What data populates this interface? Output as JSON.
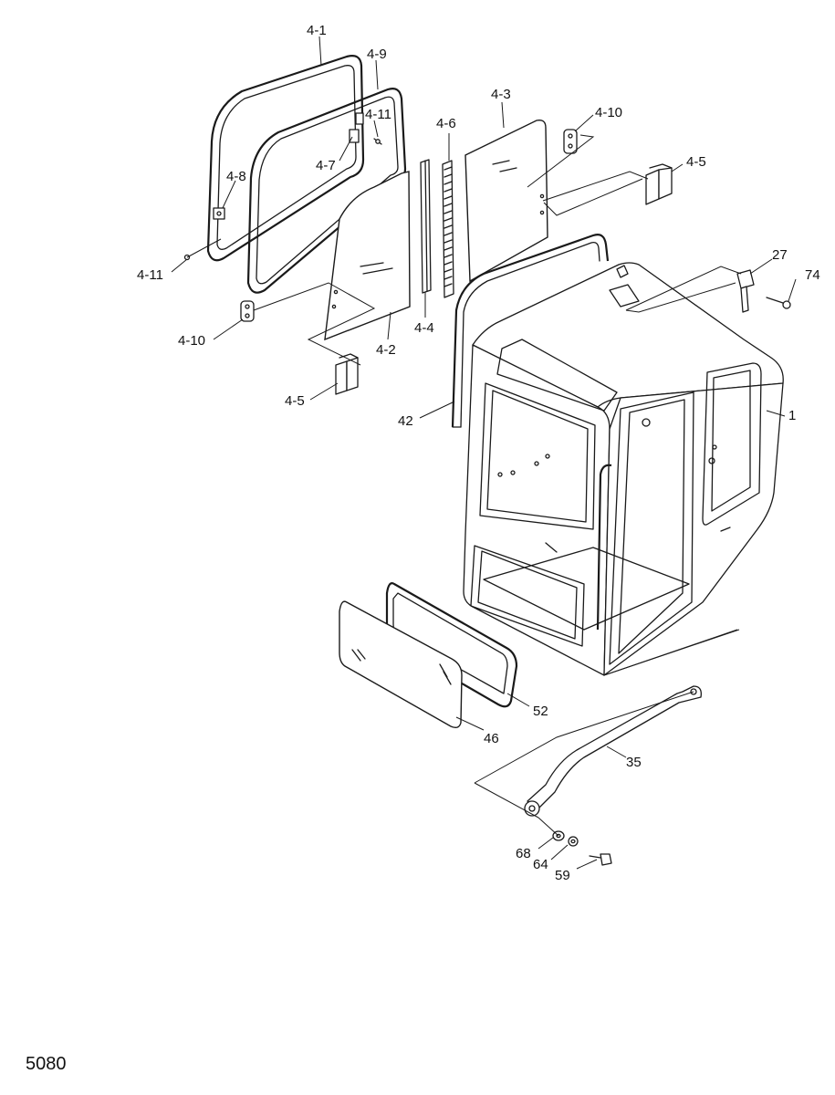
{
  "page_number": "5080",
  "callouts": {
    "c_4_1": "4-1",
    "c_4_9": "4-9",
    "c_4_11_top": "4-11",
    "c_4_7": "4-7",
    "c_4_8": "4-8",
    "c_4_11_left": "4-11",
    "c_4_10_left": "4-10",
    "c_4_2": "4-2",
    "c_4_5_bottom": "4-5",
    "c_4_4": "4-4",
    "c_4_6": "4-6",
    "c_4_3": "4-3",
    "c_4_10_right": "4-10",
    "c_4_5_right": "4-5",
    "c_27": "27",
    "c_74": "74",
    "c_42": "42",
    "c_1": "1",
    "c_52": "52",
    "c_46": "46",
    "c_35": "35",
    "c_68": "68",
    "c_64": "64",
    "c_59": "59"
  }
}
